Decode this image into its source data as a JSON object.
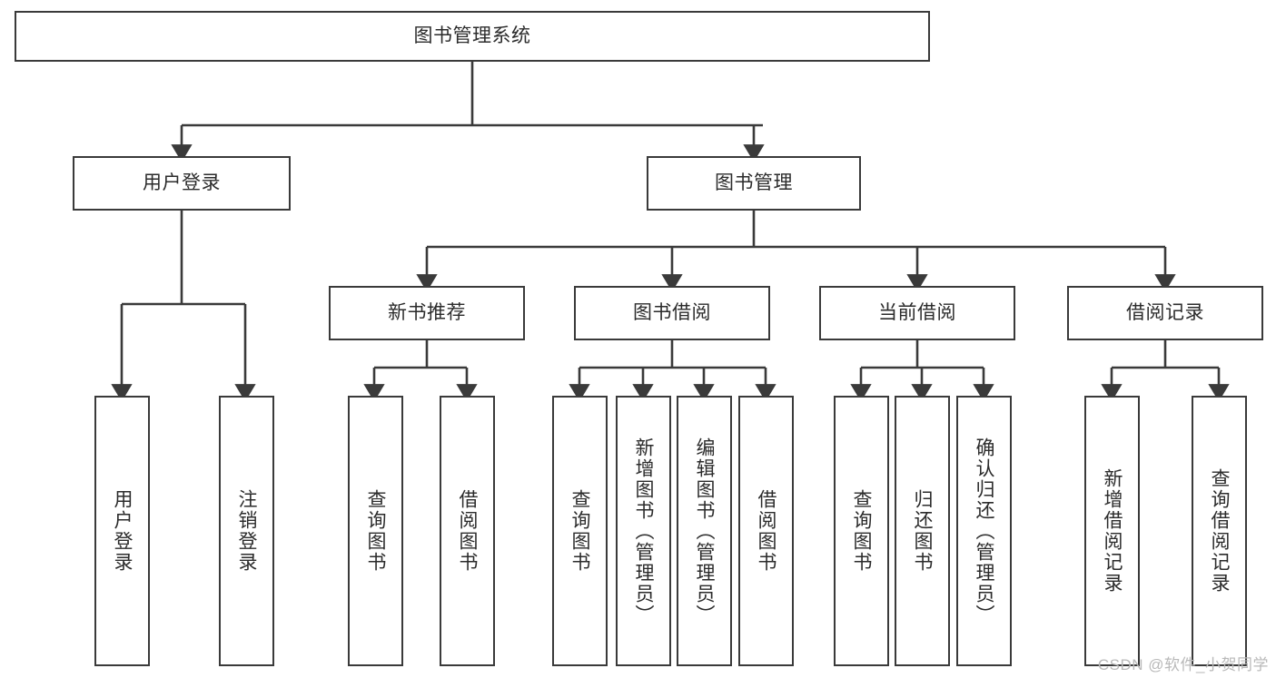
{
  "diagram": {
    "type": "tree",
    "title": "图书管理系统",
    "watermark": "CSDN @软件_小贺同学",
    "colors": {
      "stroke": "#3a3a3a",
      "background": "#ffffff",
      "text": "#2b2b2b",
      "watermark": "#b9b9b9"
    },
    "root": {
      "id": "root",
      "label": "图书管理系统"
    },
    "level2": [
      {
        "id": "user-login",
        "label": "用户登录"
      },
      {
        "id": "book-manage",
        "label": "图书管理"
      }
    ],
    "level3": [
      {
        "id": "new-book-recommend",
        "label": "新书推荐"
      },
      {
        "id": "book-borrow",
        "label": "图书借阅"
      },
      {
        "id": "current-borrow",
        "label": "当前借阅"
      },
      {
        "id": "borrow-record",
        "label": "借阅记录"
      }
    ],
    "leaves": [
      {
        "id": "leaf-user-login",
        "label": "用户登录",
        "parent": "user-login"
      },
      {
        "id": "leaf-logout-login",
        "label": "注销登录",
        "parent": "user-login"
      },
      {
        "id": "leaf-query-book-1",
        "label": "查询图书",
        "parent": "new-book-recommend"
      },
      {
        "id": "leaf-borrow-book-1",
        "label": "借阅图书",
        "parent": "new-book-recommend"
      },
      {
        "id": "leaf-query-book-2",
        "label": "查询图书",
        "parent": "book-borrow"
      },
      {
        "id": "leaf-add-book-admin",
        "label": "新增图书（管理员）",
        "parent": "book-borrow"
      },
      {
        "id": "leaf-edit-book-admin",
        "label": "编辑图书（管理员）",
        "parent": "book-borrow"
      },
      {
        "id": "leaf-borrow-book-2",
        "label": "借阅图书",
        "parent": "book-borrow"
      },
      {
        "id": "leaf-query-book-3",
        "label": "查询图书",
        "parent": "current-borrow"
      },
      {
        "id": "leaf-return-book",
        "label": "归还图书",
        "parent": "current-borrow"
      },
      {
        "id": "leaf-confirm-return-admin",
        "label": "确认归还（管理员）",
        "parent": "current-borrow"
      },
      {
        "id": "leaf-add-borrow-record",
        "label": "新增借阅记录",
        "parent": "borrow-record"
      },
      {
        "id": "leaf-query-borrow-record",
        "label": "查询借阅记录",
        "parent": "borrow-record"
      }
    ]
  }
}
